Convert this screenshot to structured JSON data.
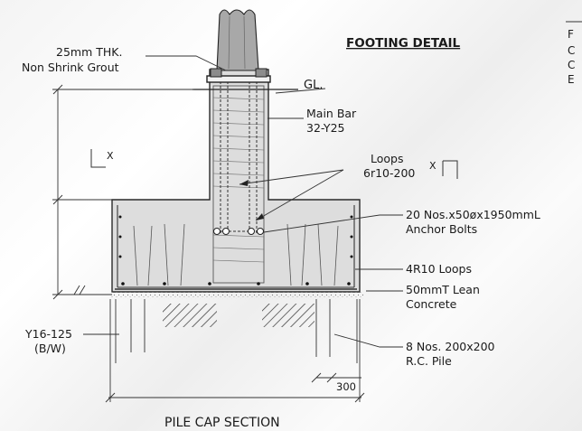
{
  "title": "FOOTING DETAIL",
  "section_title": "PILE CAP SECTION",
  "labels": {
    "grout_1": "25mm THK.",
    "grout_2": "Non Shrink Grout",
    "ground_level": "GL.",
    "main_bar_1": "Main Bar",
    "main_bar_2": "32-Y25",
    "loops_1": "Loops",
    "loops_2": "6r10-200",
    "section_x_left": "X",
    "section_x_right": "X",
    "anchor_1": "20 Nos.x50øx1950mmL",
    "anchor_2": "Anchor Bolts",
    "loops4_1": "4R10 Loops",
    "lean_1": "50mmT Lean",
    "lean_2": "Concrete",
    "rebar_1": "Y16-125",
    "rebar_2": "(B/W)",
    "pile_1": "8 Nos. 200x200",
    "pile_2": "R.C. Pile",
    "dim_300": "300",
    "edge_1": "F",
    "edge_2": "C",
    "edge_3": "C",
    "edge_4": "E"
  },
  "colors": {
    "line": "#2a2a2a",
    "concrete": "#dcdcdc",
    "column_top": "#a9a9a9",
    "lean_concrete": "#eeeeee"
  }
}
